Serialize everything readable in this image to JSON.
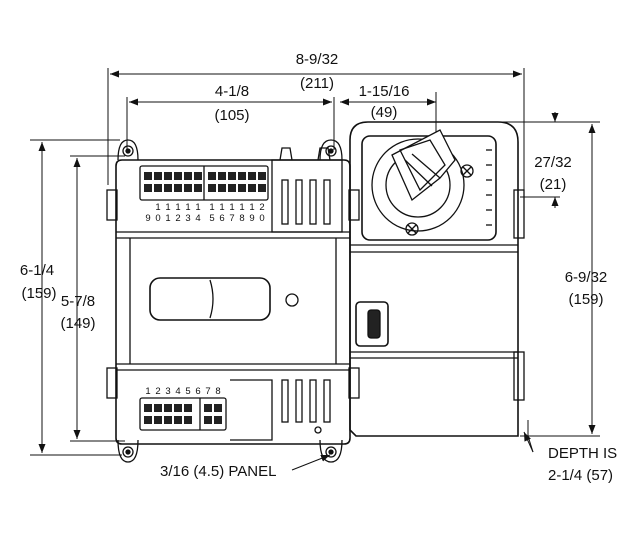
{
  "dimensions": {
    "overall_width": {
      "fraction": "8-9/32",
      "mm": "(211)"
    },
    "terminal_spacing": {
      "fraction": "4-1/8",
      "mm": "(105)"
    },
    "actuator_offset": {
      "fraction": "1-15/16",
      "mm": "(49)"
    },
    "actuator_top": {
      "fraction": "27/32",
      "mm": "(21)"
    },
    "overall_height_left": {
      "fraction": "6-1/4",
      "mm": "(159)"
    },
    "inner_height": {
      "fraction": "5-7/8",
      "mm": "(149)"
    },
    "overall_height_right": {
      "fraction": "6-9/32",
      "mm": "(159)"
    }
  },
  "callouts": {
    "panel_hole": "3/16 (4.5) PANEL",
    "depth_line1": "DEPTH IS",
    "depth_line2": "2-1/4 (57)"
  },
  "terminals": {
    "top_row1": [
      "1",
      "1",
      "1",
      "1",
      "1",
      "1",
      "1",
      "1",
      "1",
      "1",
      "2"
    ],
    "top_row2": [
      "9",
      "0",
      "1",
      "2",
      "3",
      "4",
      "5",
      "6",
      "7",
      "8",
      "9",
      "0"
    ],
    "bottom_row": [
      "1",
      "2",
      "3",
      "4",
      "5",
      "6",
      "7",
      "8"
    ]
  }
}
